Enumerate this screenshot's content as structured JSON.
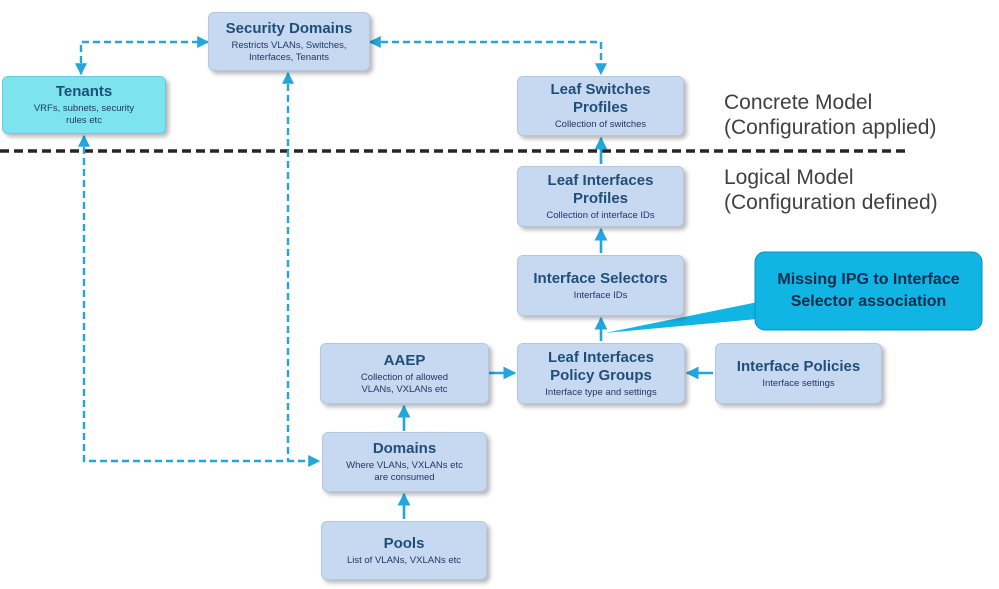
{
  "colors": {
    "box_fill": "#c6d9f1",
    "tenant_fill": "#7de4ee",
    "callout_fill": "#11b5e4",
    "arrow": "#22a6dd",
    "divider": "#262626"
  },
  "nodes": {
    "security_domains": {
      "title": "Security Domains",
      "sub": "Restricts VLANs, Switches, Interfaces, Tenants"
    },
    "tenants": {
      "title": "Tenants",
      "sub": "VRFs, subnets, security rules etc"
    },
    "leaf_switches_profiles": {
      "title": "Leaf Switches Profiles",
      "sub": "Collection of switches"
    },
    "leaf_interfaces_profiles": {
      "title": "Leaf Interfaces Profiles",
      "sub": "Collection of interface IDs"
    },
    "interface_selectors": {
      "title": "Interface Selectors",
      "sub": "Interface IDs"
    },
    "aaep": {
      "title": "AAEP",
      "sub": "Collection of allowed VLANs, VXLANs etc"
    },
    "leaf_interfaces_policy_groups": {
      "title": "Leaf Interfaces Policy Groups",
      "sub": "Interface type and settings"
    },
    "interface_policies": {
      "title": "Interface Policies",
      "sub": "Interface settings"
    },
    "domains": {
      "title": "Domains",
      "sub": "Where VLANs, VXLANs etc are consumed"
    },
    "pools": {
      "title": "Pools",
      "sub": "List of VLANs, VXLANs etc"
    }
  },
  "labels": {
    "concrete_line1": "Concrete Model",
    "concrete_line2": "(Configuration applied)",
    "logical_line1": "Logical Model",
    "logical_line2": "(Configuration defined)"
  },
  "callout": {
    "text": "Missing IPG to Interface Selector association"
  }
}
